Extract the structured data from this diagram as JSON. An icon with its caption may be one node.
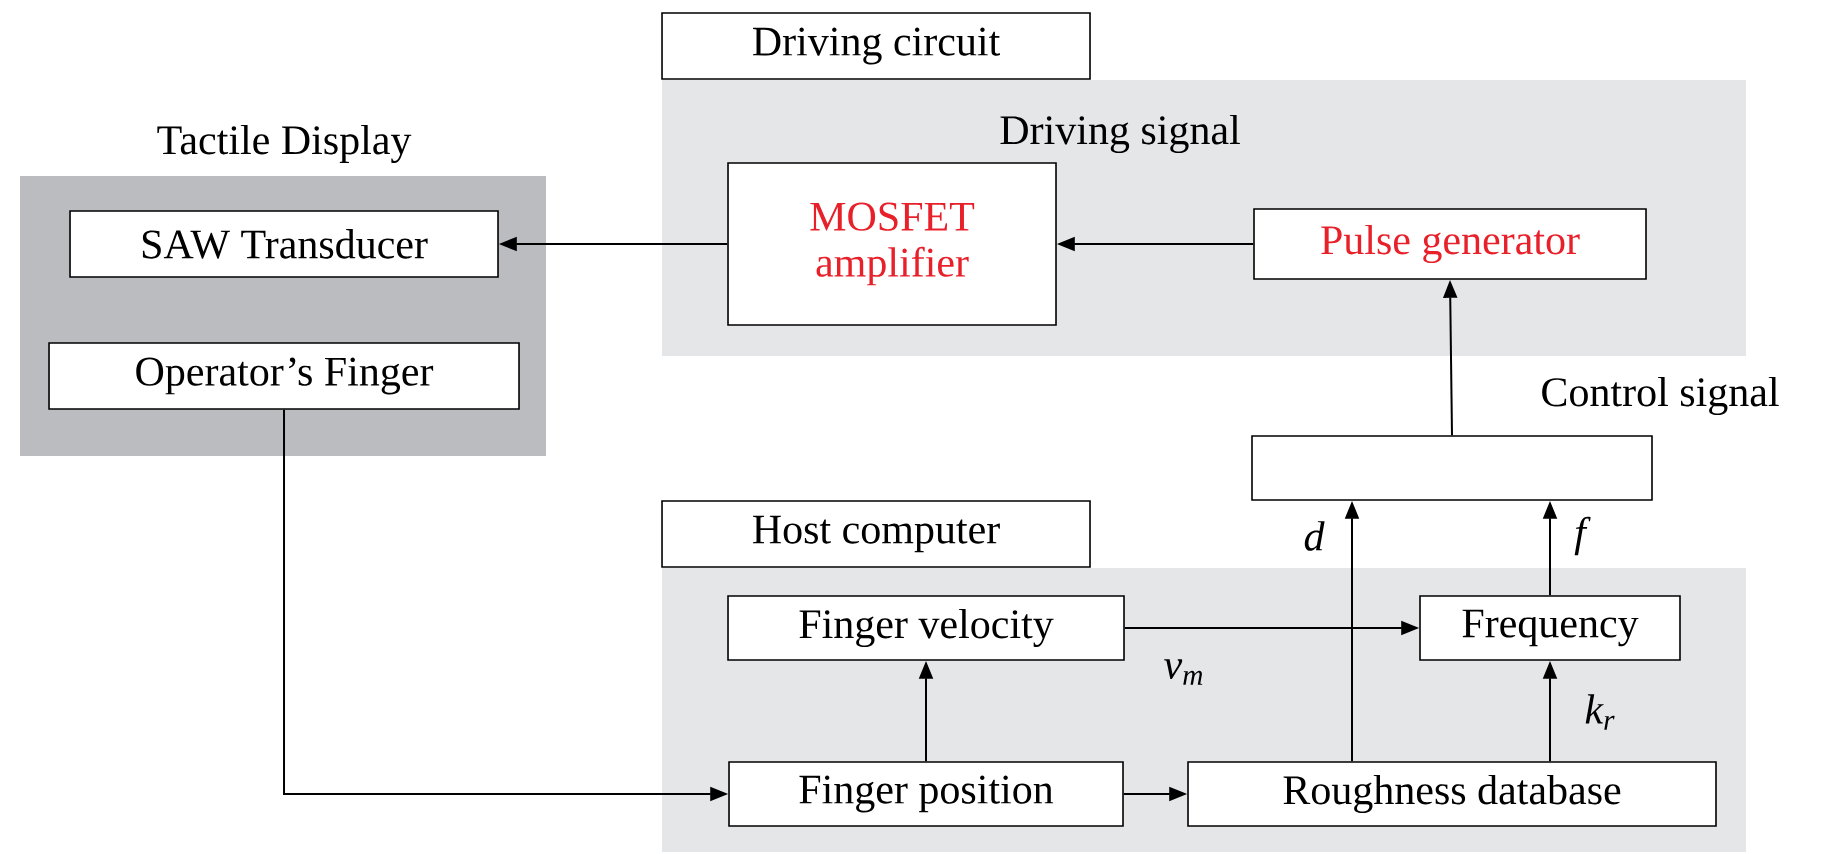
{
  "diagram": {
    "nodes": [
      {
        "text": [
          "Tactile Display"
        ]
      },
      {
        "text": [
          "SAW Transducer"
        ],
        "in": 0
      },
      {
        "text": [
          "Operator’s Finger"
        ],
        "in": 0
      },
      {
        "text": [
          "Driving circuit"
        ]
      },
      {
        "text": [
          "Driving signal"
        ]
      },
      {
        "text": [
          "MOSFET amplifier"
        ],
        "in": 4
      },
      {
        "text": [
          "Pulse generator"
        ],
        "in": 4
      },
      {
        "text": [],
        "shape": "box"
      },
      {
        "text": [
          "Host computer"
        ]
      },
      {
        "text": [],
        "shape": "box"
      },
      {
        "text": [
          "Finger velocity"
        ],
        "in": 9
      },
      {
        "text": [
          "Frequency"
        ],
        "in": 9
      },
      {
        "text": [
          "Finger position"
        ],
        "in": 9
      },
      {
        "text": [
          "Roughness database"
        ],
        "in": 9
      }
    ],
    "edges": [
      {
        "from": 5,
        "to": 1,
        "arrow": "to"
      },
      {
        "from": 6,
        "to": 5,
        "arrow": "to"
      },
      {
        "from": 7,
        "to": 6,
        "arrow": "to",
        "label": "Control signal"
      },
      {
        "from": 2,
        "to": 12,
        "arrow": "to"
      },
      {
        "from": 12,
        "to": 10,
        "arrow": "to"
      },
      {
        "from": 12,
        "to": 13,
        "arrow": "to"
      },
      {
        "from": 10,
        "to": 11,
        "arrow": "to",
        "label": "v$_{m}$"
      },
      {
        "from": 13,
        "to": 7,
        "arrow": "to",
        "label": "d"
      },
      {
        "from": 13,
        "to": 11,
        "arrow": "to",
        "label": "k$_{r}$"
      },
      {
        "from": 11,
        "to": 7,
        "arrow": "to",
        "label": "f"
      }
    ]
  }
}
